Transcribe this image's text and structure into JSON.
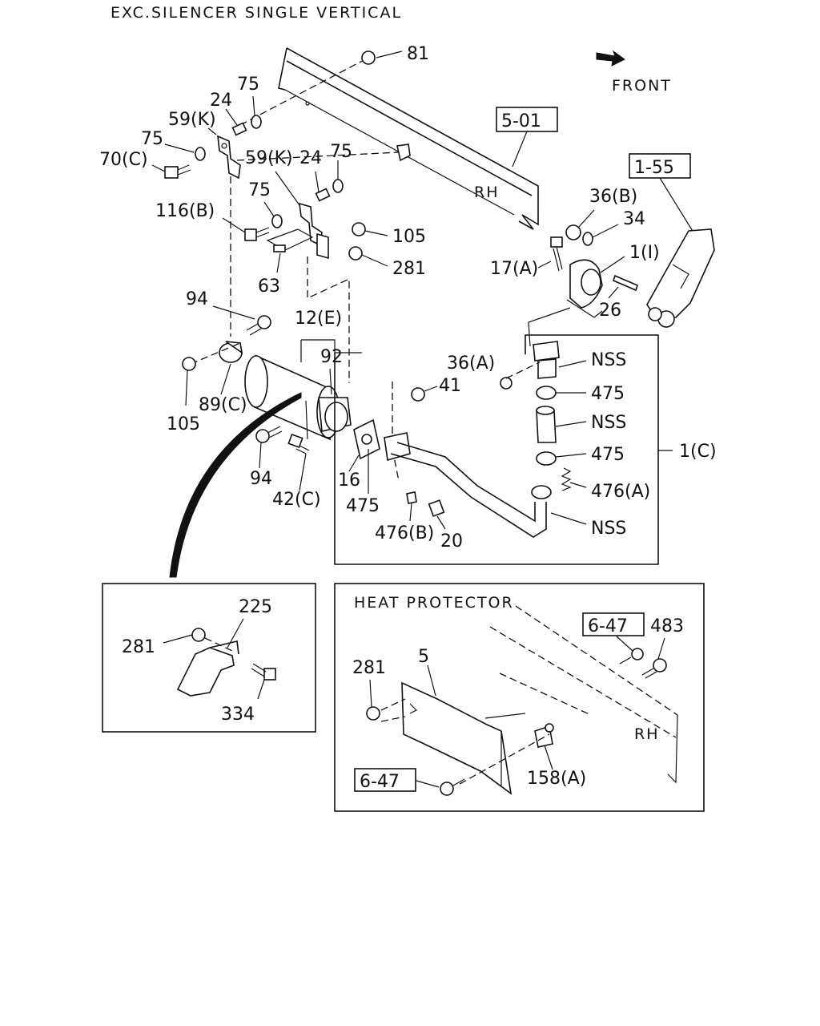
{
  "title": "EXC.SILENCER SINGLE VERTICAL",
  "front_label": "FRONT",
  "ref_boxes": {
    "frame": "5-01",
    "engine": "1-55",
    "bracket_upper": "6-47",
    "bracket_lower": "6-47"
  },
  "frame_side_main": "RH",
  "frame_side_heat": "RH",
  "inset_heat_title": "HEAT PROTECTOR",
  "callouts": {
    "p81": "81",
    "p75a": "75",
    "p24a": "24",
    "p59ka": "59(K)",
    "p75b": "75",
    "p70c": "70(C)",
    "p59kb": "59(K)",
    "p24b": "24",
    "p75c": "75",
    "p75d": "75",
    "p116b": "116(B)",
    "p105a": "105",
    "p281a": "281",
    "p63": "63",
    "p94a": "94",
    "p12e": "12(E)",
    "p92": "92",
    "p105b": "105",
    "p89c": "89(C)",
    "p94b": "94",
    "p42c": "42(C)",
    "p16": "16",
    "p475a": "475",
    "p41": "41",
    "p36a": "36(A)",
    "pnss1": "NSS",
    "p475b": "475",
    "pnss2": "NSS",
    "p475c": "475",
    "p476a": "476(A)",
    "pnss3": "NSS",
    "p476b": "476(B)",
    "p20": "20",
    "p1c": "1(C)",
    "p36b": "36(B)",
    "p34": "34",
    "p1i": "1(I)",
    "p17a": "17(A)",
    "p26": "26",
    "p225": "225",
    "p281b": "281",
    "p334": "334",
    "p483": "483",
    "p281c": "281",
    "p5": "5",
    "p158a": "158(A)"
  }
}
